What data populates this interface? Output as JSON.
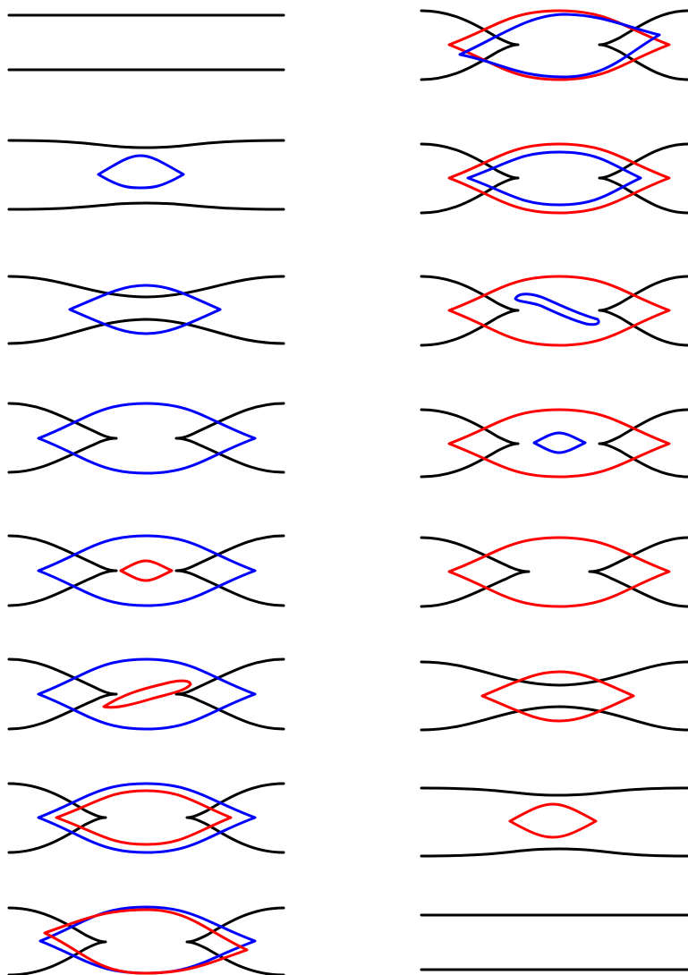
{
  "colors": {
    "black_curve": "#000000",
    "blue_curve": "#0000ff",
    "red_curve": "#ff0000",
    "background": "#ffffff"
  },
  "figure": {
    "columns": 2,
    "panels_per_column": 8,
    "left_column": [
      {
        "stage": 1,
        "curves": [
          "black"
        ]
      },
      {
        "stage": 2,
        "curves": [
          "black",
          "blue"
        ]
      },
      {
        "stage": 3,
        "curves": [
          "black",
          "blue"
        ]
      },
      {
        "stage": 4,
        "curves": [
          "black",
          "blue"
        ]
      },
      {
        "stage": 5,
        "curves": [
          "black",
          "blue",
          "red"
        ]
      },
      {
        "stage": 6,
        "curves": [
          "black",
          "blue",
          "red"
        ]
      },
      {
        "stage": 7,
        "curves": [
          "black",
          "blue",
          "red"
        ]
      },
      {
        "stage": 8,
        "curves": [
          "black",
          "blue",
          "red"
        ]
      }
    ],
    "right_column": [
      {
        "stage": 9,
        "curves": [
          "black",
          "red",
          "blue"
        ]
      },
      {
        "stage": 10,
        "curves": [
          "black",
          "red",
          "blue"
        ]
      },
      {
        "stage": 11,
        "curves": [
          "black",
          "red",
          "blue"
        ]
      },
      {
        "stage": 12,
        "curves": [
          "black",
          "red",
          "blue"
        ]
      },
      {
        "stage": 13,
        "curves": [
          "black",
          "red"
        ]
      },
      {
        "stage": 14,
        "curves": [
          "black",
          "red"
        ]
      },
      {
        "stage": 15,
        "curves": [
          "black",
          "red"
        ]
      },
      {
        "stage": 16,
        "curves": [
          "black"
        ]
      }
    ]
  }
}
